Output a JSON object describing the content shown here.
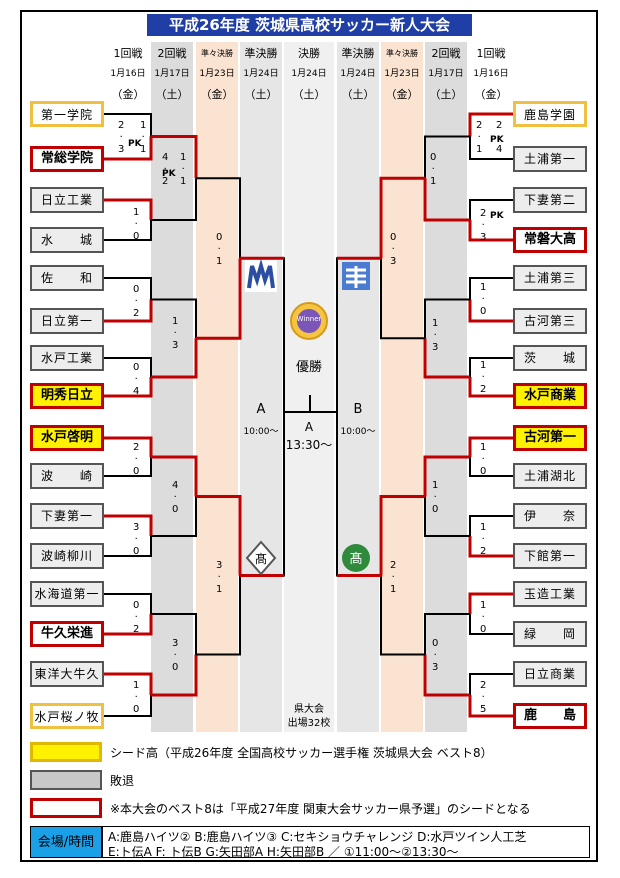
{
  "title": "平成26年度 茨城県高校サッカー新人大会",
  "columns": {
    "left": [
      {
        "round": "1回戦",
        "date": "1月16日",
        "day": "（金）"
      },
      {
        "round": "2回戦",
        "date": "1月17日",
        "day": "（土）"
      },
      {
        "round": "準々決勝",
        "date": "1月23日",
        "day": "（金）"
      },
      {
        "round": "準決勝",
        "date": "1月24日",
        "day": "（土）"
      }
    ],
    "center": {
      "round": "決勝",
      "date": "1月24日",
      "day": "（土）"
    },
    "right": [
      {
        "round": "準決勝",
        "date": "1月24日",
        "day": "（土）"
      },
      {
        "round": "準々決勝",
        "date": "1月23日",
        "day": "（金）"
      },
      {
        "round": "2回戦",
        "date": "1月17日",
        "day": "（土）"
      },
      {
        "round": "1回戦",
        "date": "1月16日",
        "day": "（金）"
      }
    ]
  },
  "left_teams": [
    "第一学院",
    "常総学院",
    "日立工業",
    "水　　城",
    "佐　　和",
    "日立第一",
    "水戸工業",
    "明秀日立",
    "水戸啓明",
    "波　　崎",
    "下妻第一",
    "波崎柳川",
    "水海道第一",
    "牛久栄進",
    "東洋大牛久",
    "水戸桜ノ牧"
  ],
  "right_teams": [
    "鹿島学園",
    "土浦第一",
    "下妻第二",
    "常磐大高",
    "土浦第三",
    "古河第三",
    "茨　　城",
    "水戸商業",
    "古河第一",
    "土浦湖北",
    "伊　　奈",
    "下館第一",
    "玉造工業",
    "緑　　岡",
    "日立商業",
    "鹿　　島"
  ],
  "scores": {
    "l1_a": "2\n·\n3",
    "l1_a2": "1\n·\n1",
    "l1_pk": "PK",
    "l2_a": "4\n·\n2",
    "l2_a2": "1\n·\n1",
    "l2_pk": "PK",
    "l1_b": "1\n·\n0",
    "l1_c": "0\n·\n2",
    "l2_b": "1\n·\n3",
    "l1_d": "0\n·\n4",
    "qf_l1": "0\n·\n1",
    "l1_e": "2\n·\n0",
    "l2_c": "4\n·\n0",
    "l1_f": "3\n·\n0",
    "qf_l2": "3\n·\n1",
    "l1_g": "0\n·\n2",
    "l2_d": "3\n·\n0",
    "l1_h": "1\n·\n0",
    "r1_a": "2\n·\n1",
    "r1_a2": "2\n·\n4",
    "r1_pk": "PK",
    "r2_a": "0\n·\n1",
    "r1_b": "2\n·\n3",
    "r1_b_pk": "PK",
    "qf_r1": "0\n·\n3",
    "r1_c": "1\n·\n0",
    "r2_b": "1\n·\n3",
    "r1_d": "1\n·\n2",
    "r1_e": "1\n·\n0",
    "r2_c": "1\n·\n0",
    "r1_f": "1\n·\n2",
    "qf_r2": "2\n·\n1",
    "r1_g": "1\n·\n0",
    "r2_d": "0\n·\n3",
    "r1_h": "2\n·\n5"
  },
  "semis": {
    "left": "A",
    "left_time": "10:00～",
    "right": "B",
    "right_time": "10:00～"
  },
  "final": {
    "trophy_text": "Winner",
    "champion_label": "優勝",
    "venue": "A",
    "time": "13:30～"
  },
  "footnote": {
    "line1": "県大会",
    "line2": "出場32校"
  },
  "legend": [
    {
      "text": "シード高（平成26年度 全国高校サッカー選手権 茨城県大会 ベスト8）",
      "color": "#fff100"
    },
    {
      "text": "敗退",
      "color": "#d0d0d0"
    },
    {
      "text": "※本大会のベスト8は「平成27年度 関東大会サッカー県予選」のシードとなる",
      "color": "#c00000"
    }
  ],
  "venue": {
    "key": "会場/時間",
    "line1": "A:鹿島ハイツ②  B:鹿島ハイツ③  C:セキショウチャレンジ  D:水戸ツイン人工芝",
    "line2": "E:ト伝A  F: ト伝B  G:矢田部A  H:矢田部B  ／  ①11:00～②13:30～"
  },
  "colors": {
    "winner_line": "#c00000",
    "title_bg": "#1f3fa6",
    "seed": "#fff100",
    "venue_key": "#1aa0e6"
  }
}
